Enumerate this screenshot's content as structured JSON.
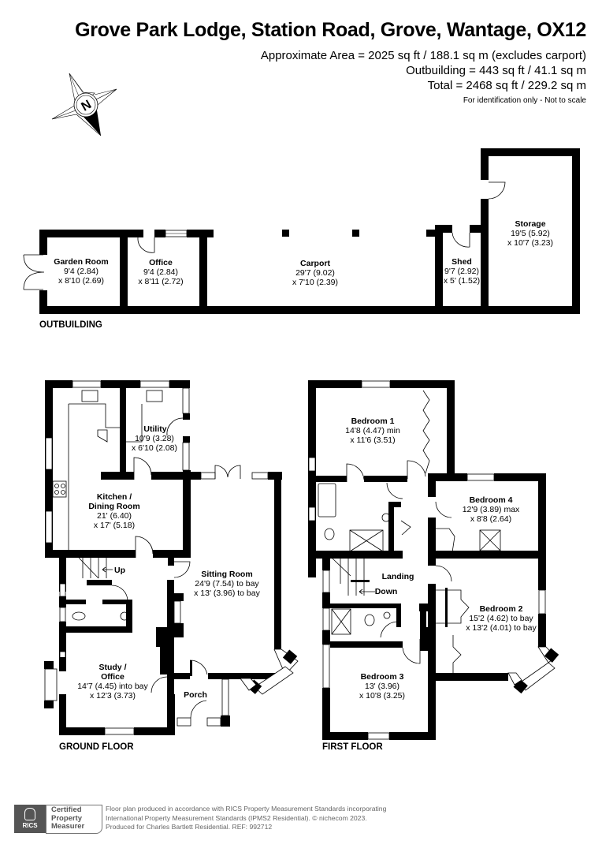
{
  "header": {
    "title": "Grove Park Lodge, Station Road, Grove, Wantage, OX12",
    "area_line": "Approximate Area = 2025 sq ft / 188.1 sq m (excludes carport)",
    "outbuilding_line": "Outbuilding = 443 sq ft / 41.1 sq m",
    "total_line": "Total = 2468 sq ft / 229.2 sq m",
    "note": "For identification only - Not to scale"
  },
  "compass": {
    "label": "N",
    "icon": "compass-rose-icon"
  },
  "outbuilding": {
    "label": "OUTBUILDING",
    "rooms": [
      {
        "name": "Garden Room",
        "dim1": "9'4 (2.84)",
        "dim2": "x 8'10 (2.69)"
      },
      {
        "name": "Office",
        "dim1": "9'4 (2.84)",
        "dim2": "x 8'11 (2.72)"
      },
      {
        "name": "Carport",
        "dim1": "29'7 (9.02)",
        "dim2": "x 7'10 (2.39)"
      },
      {
        "name": "Shed",
        "dim1": "9'7 (2.92)",
        "dim2": "x 5' (1.52)"
      },
      {
        "name": "Storage",
        "dim1": "19'5 (5.92)",
        "dim2": "x 10'7 (3.23)"
      }
    ]
  },
  "ground_floor": {
    "label": "GROUND FLOOR",
    "stairs_label": "Up",
    "rooms": [
      {
        "name": "Utility",
        "dim1": "10'9 (3.28)",
        "dim2": "x 6'10 (2.08)"
      },
      {
        "name": "Kitchen /",
        "name2": "Dining Room",
        "dim1": "21' (6.40)",
        "dim2": "x 17' (5.18)"
      },
      {
        "name": "Sitting Room",
        "dim1": "24'9 (7.54) to bay",
        "dim2": "x 13' (3.96) to bay"
      },
      {
        "name": "Study /",
        "name2": "Office",
        "dim1": "14'7 (4.45) into bay",
        "dim2": "x 12'3 (3.73)"
      },
      {
        "name": "Porch"
      }
    ]
  },
  "first_floor": {
    "label": "FIRST FLOOR",
    "stairs_label": "Down",
    "rooms": [
      {
        "name": "Bedroom 1",
        "dim1": "14'8 (4.47) min",
        "dim2": "x 11'6 (3.51)"
      },
      {
        "name": "Bedroom 4",
        "dim1": "12'9 (3.89) max",
        "dim2": "x 8'8 (2.64)"
      },
      {
        "name": "Landing"
      },
      {
        "name": "Bedroom 2",
        "dim1": "15'2 (4.62) to bay",
        "dim2": "x 13'2 (4.01) to bay"
      },
      {
        "name": "Bedroom 3",
        "dim1": "13' (3.96)",
        "dim2": "x 10'8 (3.25)"
      }
    ]
  },
  "footer": {
    "logo_text": "RICS",
    "cert_line1": "Certified",
    "cert_line2": "Property",
    "cert_line3": "Measurer",
    "text_line1": "Floor plan produced in accordance with RICS Property Measurement Standards incorporating",
    "text_line2": "International Property Measurement Standards (IPMS2 Residential).   © nichecom 2023.",
    "text_line3": "Produced for Charles Bartlett Residential.   REF:  992712"
  },
  "colors": {
    "wall": "#000000",
    "background": "#ffffff",
    "footer_text": "#666666",
    "logo_bg": "#555555"
  }
}
